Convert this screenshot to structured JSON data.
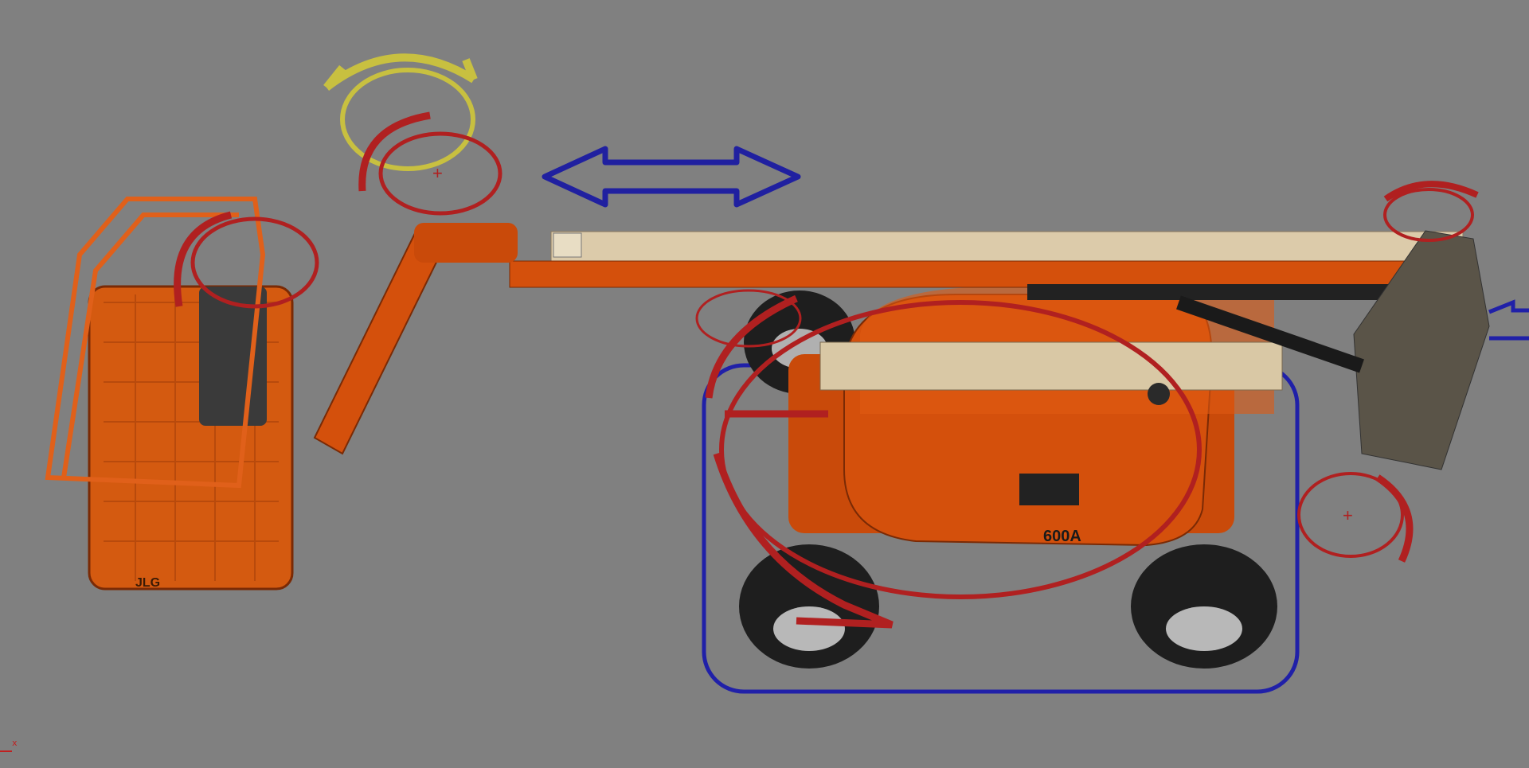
{
  "viewport": {
    "background": "#808080",
    "axis_gizmo": {
      "label": "x",
      "color": "#c02020"
    }
  },
  "model": {
    "basket_logo": "JLG",
    "body_model_label": "600A",
    "body_color": "#d4500c",
    "boom_color": "#dccbaa"
  },
  "controls": {
    "translate_arrow_color": "#2020a0",
    "rotate_control_color": "#b02020",
    "selected_control_color": "#c8c040",
    "ground_outline_color": "#2020a8"
  }
}
